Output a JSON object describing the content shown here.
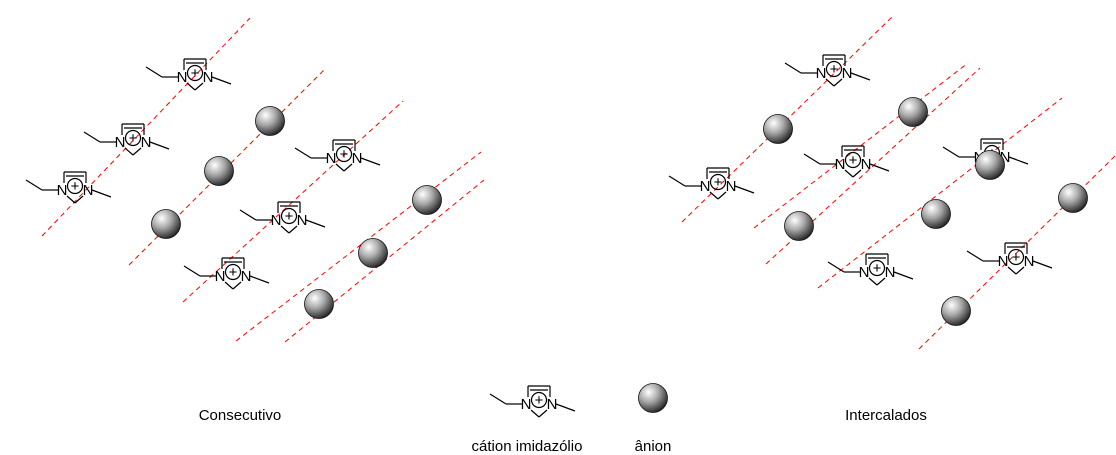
{
  "labels": {
    "consecutive": "Consecutivo",
    "intercalated": "Intercalados",
    "legend_cation": "cátion imidazólio",
    "legend_anion": "ânion"
  },
  "atoms": {
    "nitrogen": "N",
    "charge": "+"
  },
  "colors": {
    "guide_line": "#ff0000",
    "bond": "#000000",
    "anion_light": "#ffffff",
    "anion_dark": "#2a2a2a"
  }
}
